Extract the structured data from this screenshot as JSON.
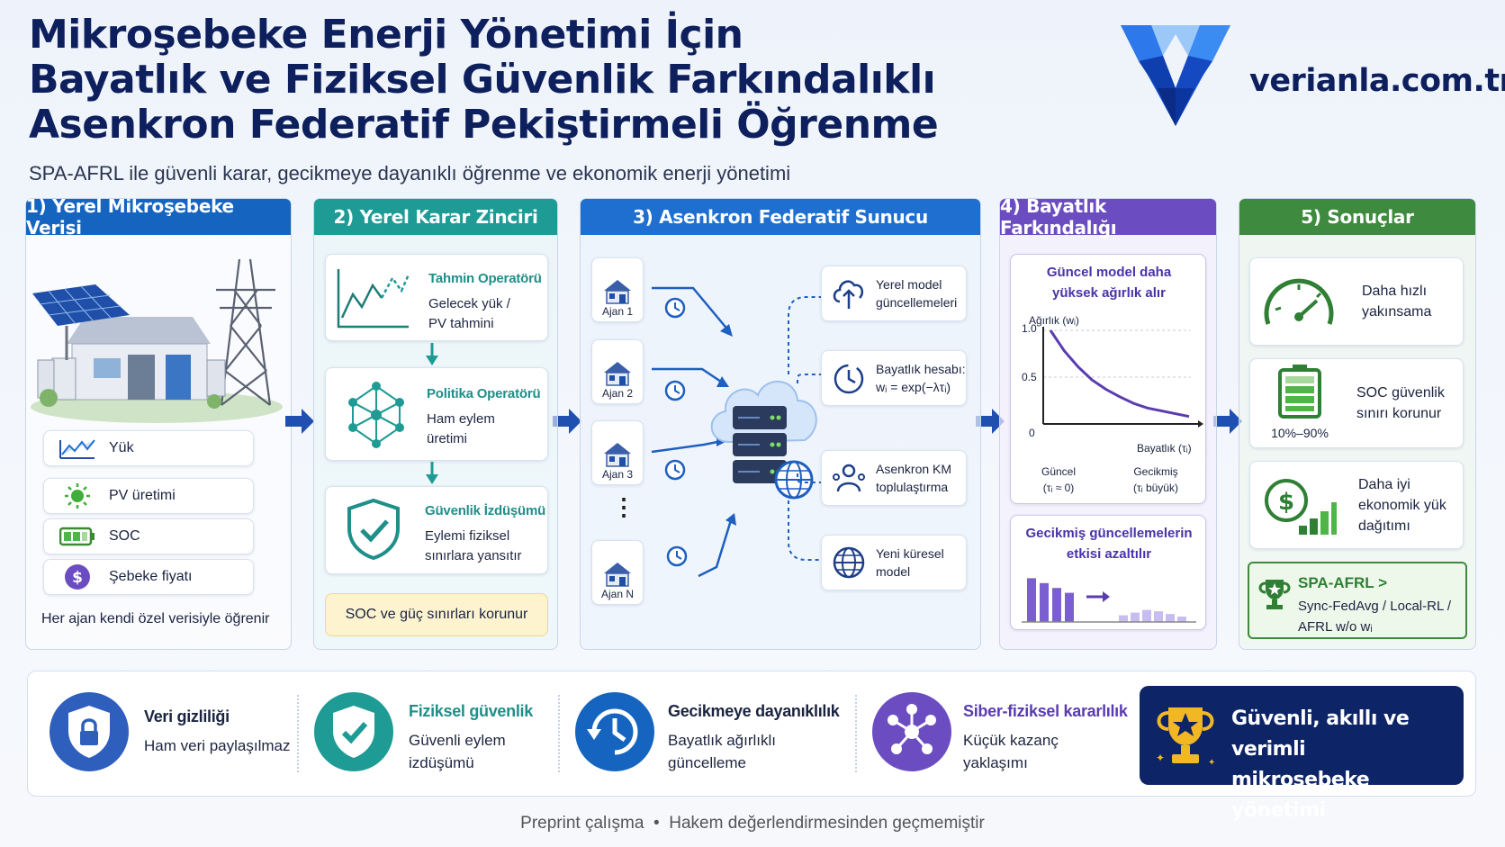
{
  "header": {
    "title_lines": [
      "Mikroşebeke Enerji Yönetimi İçin",
      "Bayatlık ve Fiziksel Güvenlik Farkındalıklı",
      "Asenkron Federatif Pekiştirmeli Öğrenme"
    ],
    "subtitle": "SPA-AFRL ile güvenli karar, gecikmeye dayanıklı öğrenme ve ekonomik enerji yönetimi",
    "logo": "verianla.com.tr"
  },
  "colors": {
    "blue": "#1565c0",
    "teal": "#1e9b95",
    "purple": "#6b4dc1",
    "green": "#3e8a3e",
    "navy": "#0d1f5c"
  },
  "panel1": {
    "title": "1) Yerel Mikroşebeke Verisi",
    "items": [
      {
        "icon": "line-chart-icon",
        "label": "Yük"
      },
      {
        "icon": "sun-icon",
        "label": "PV üretimi"
      },
      {
        "icon": "battery-icon",
        "label": "SOC"
      },
      {
        "icon": "dollar-icon",
        "label": "Şebeke fiyatı"
      }
    ],
    "footer": "Her ajan kendi özel verisiyle öğrenir"
  },
  "panel2": {
    "title": "2) Yerel Karar Zinciri",
    "ops": [
      {
        "title": "Tahmin Operatörü",
        "text": [
          "Gelecek yük /",
          "PV tahmini"
        ]
      },
      {
        "title": "Politika Operatörü",
        "text": [
          "Ham eylem",
          "üretimi"
        ]
      },
      {
        "title": "Güvenlik İzdüşümü",
        "text": [
          "Eylemi fiziksel",
          "sınırlara yansıtır"
        ]
      }
    ],
    "note": "SOC ve güç sınırları korunur"
  },
  "panel3": {
    "title": "3) Asenkron Federatif Sunucu",
    "agents": [
      "Ajan 1",
      "Ajan 2",
      "Ajan 3",
      "Ajan N"
    ],
    "dots": "⋮",
    "steps": [
      {
        "icon": "cloud-upload-icon",
        "text": [
          "Yerel model",
          "güncellemeleri"
        ]
      },
      {
        "icon": "timer-icon",
        "text": [
          "Bayatlık hesabı:",
          "wᵢ = exp(−λτᵢ)"
        ]
      },
      {
        "icon": "user-group-icon",
        "text": [
          "Asenkron KM",
          "toplulaştırma"
        ]
      },
      {
        "icon": "globe-icon",
        "text": [
          "Yeni küresel",
          "model"
        ]
      }
    ]
  },
  "panel4": {
    "title": "4) Bayatlık Farkındalığı",
    "chart_heading": [
      "Güncel model daha",
      "yüksek ağırlık alır"
    ],
    "ylabel": "Ağırlık (wᵢ)",
    "xlabel": "Bayatlık (τᵢ)",
    "yticks": [
      "1.0",
      "0.5",
      "0"
    ],
    "x_left": [
      "Güncel",
      "(τᵢ ≈ 0)"
    ],
    "x_right": [
      "Gecikmiş",
      "(τᵢ büyük)"
    ],
    "delay_heading": [
      "Gecikmiş güncellemelerin",
      "etkisi azaltılır"
    ]
  },
  "panel4_chart_data": {
    "type": "line",
    "x": [
      0,
      0.5,
      1,
      1.5,
      2,
      2.5,
      3,
      3.5,
      4,
      4.5,
      5
    ],
    "y": [
      1.0,
      0.78,
      0.61,
      0.47,
      0.37,
      0.29,
      0.22,
      0.17,
      0.14,
      0.11,
      0.08
    ],
    "ylim": [
      0,
      1.0
    ]
  },
  "bars_before": [
    0.9,
    0.8,
    0.7,
    0.6
  ],
  "bars_after": [
    0.25,
    0.35,
    0.45,
    0.4,
    0.3,
    0.2
  ],
  "panel5": {
    "title": "5) Sonuçlar",
    "results": [
      {
        "icon": "speedometer-icon",
        "text": [
          "Daha hızlı",
          "yakınsama"
        ]
      },
      {
        "icon": "battery-soc-icon",
        "caption": "10%–90%",
        "text": [
          "SOC güvenlik",
          "sınırı korunur"
        ]
      },
      {
        "icon": "dollar-growth-icon",
        "text": [
          "Daha iyi",
          "ekonomik yük",
          "dağıtımı"
        ]
      }
    ],
    "compare": {
      "title": "SPA-AFRL >",
      "lines": [
        "Sync-FedAvg / Local-RL /",
        "AFRL w/o wᵢ"
      ]
    }
  },
  "features": [
    {
      "icon": "lock-icon",
      "title": "Veri gizliliği",
      "text": [
        "Ham veri paylaşılmaz"
      ],
      "color": "#2f5fbd"
    },
    {
      "icon": "shield-check-icon",
      "title": "Fiziksel güvenlik",
      "text": [
        "Güvenli eylem",
        "izdüşümü"
      ],
      "color": "#1e9b95"
    },
    {
      "icon": "clock-arrows-icon",
      "title": "Gecikmeye dayanıklılık",
      "text": [
        "Bayatlık ağırlıklı",
        "güncelleme"
      ],
      "color": "#1565c0"
    },
    {
      "icon": "network-icon",
      "title": "Siber-fiziksel kararlılık",
      "text": [
        "Küçük kazanç",
        "yaklaşımı"
      ],
      "color": "#6b4dc1"
    }
  ],
  "banner": [
    "Güvenli, akıllı ve verimli",
    "mikroşebeke yönetimi"
  ],
  "footer": {
    "left": "Preprint çalışma",
    "sep": "•",
    "right": "Hakem değerlendirmesinden geçmemiştir"
  }
}
